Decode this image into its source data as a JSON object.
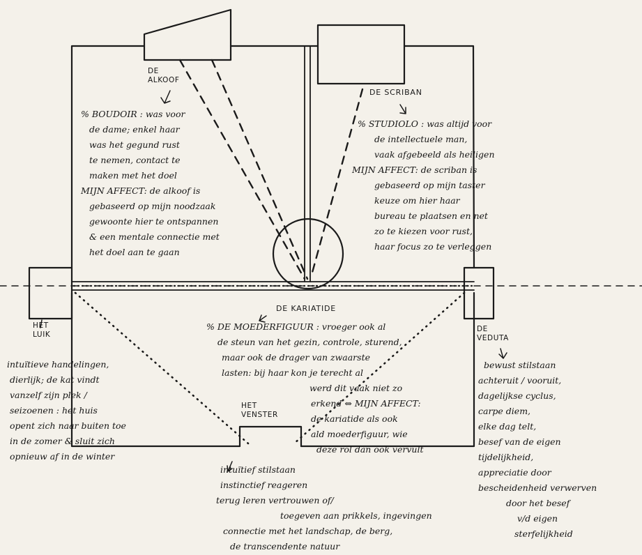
{
  "labels": {
    "alkoof": [
      "DE",
      "ALKOOF"
    ],
    "scriban": "DE SCRIBAN",
    "kariatide": "DE KARIATIDE",
    "luik": [
      "HET",
      "LUIK"
    ],
    "veduta": [
      "DE",
      "VEDUTA"
    ],
    "venster": [
      "HET",
      "VENSTER"
    ]
  },
  "notes": {
    "alkoof": [
      "% BOUDOIR : was voor",
      "de dame; enkel haar",
      "was het gegund rust",
      "te nemen, contact te",
      "maken met het doel",
      "MIJN AFFECT: de alkoof is",
      "gebaseerd op mijn noodzaak",
      "gewoonte hier te ontspannen",
      "& een mentale connectie met",
      "het doel aan te gaan"
    ],
    "scriban": [
      "% STUDIOLO : was altijd voor",
      "de intellectuele man,",
      "vaak afgebeeld als heiligen",
      "MIJN AFFECT: de scriban is",
      "gebaseerd op mijn taster",
      "keuze om hier haar",
      "bureau te plaatsen en net",
      "zo te kiezen voor rust,",
      "haar focus zo te verleggen"
    ],
    "kariatide": [
      "% DE MOEDERFIGUUR : vroeger ook al",
      "de steun van het gezin, controle, sturend,",
      "maar ook de drager van zwaarste",
      "lasten: bij haar kon je terecht al",
      "werd dit vaak niet zo",
      "erkend ⇔ MIJN AFFECT:",
      "de kariatide als ook",
      "ald moederfiguur, wie",
      "deze rol dan ook vervult"
    ],
    "luik": [
      "intuïtieve handelingen,",
      "dierlijk; de kat vindt",
      "vanzelf zijn plek /",
      "seizoenen : het huis",
      "opent zich naar buiten toe",
      "in de zomer & sluit zich",
      "opnieuw af in de winter"
    ],
    "veduta": [
      "bewust stilstaan",
      "achteruit / vooruit,",
      "dagelijkse cyclus,",
      "carpe diem,",
      "elke dag telt,",
      "besef van de eigen",
      "tijdelijkheid,",
      "appreciatie door",
      "bescheidenheid verwerven",
      "door het besef",
      "v/d eigen",
      "sterfelijkheid"
    ],
    "venster": [
      "intuïtief stilstaan",
      "instinctief reageren",
      "terug leren vertrouwen of/",
      "toegeven aan prikkels, ingevingen",
      "connectie met het landschap, de berg,",
      "de transcendente natuur"
    ]
  }
}
